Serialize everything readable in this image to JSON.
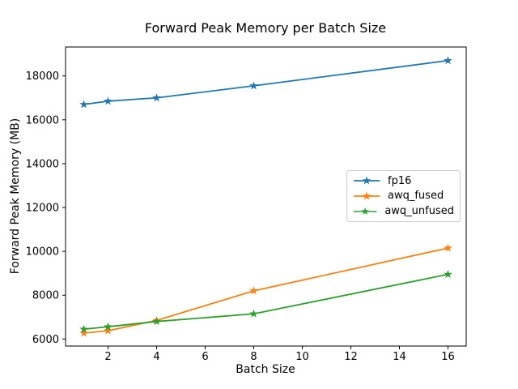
{
  "figure": {
    "background": "#ffffff",
    "text_color": "#000000",
    "spine_color": "#000000"
  },
  "chart_data": {
    "type": "line",
    "title": "Forward Peak Memory per Batch Size",
    "xlabel": "Batch Size",
    "ylabel": "Forward Peak Memory (MB)",
    "x": [
      1,
      2,
      4,
      8,
      16
    ],
    "series": [
      {
        "name": "fp16",
        "color": "#1f77b4",
        "values": [
          16700,
          16850,
          17000,
          17550,
          18700
        ]
      },
      {
        "name": "awq_fused",
        "color": "#ff7f0e",
        "values": [
          6270,
          6380,
          6850,
          8200,
          10150
        ]
      },
      {
        "name": "awq_unfused",
        "color": "#2ca02c",
        "values": [
          6450,
          6560,
          6800,
          7150,
          8950
        ]
      }
    ],
    "marker": "star",
    "xticks": [
      2,
      4,
      6,
      8,
      10,
      12,
      14,
      16
    ],
    "yticks": [
      6000,
      8000,
      10000,
      12000,
      14000,
      16000,
      18000
    ],
    "xlim": [
      0.25,
      16.75
    ],
    "ylim": [
      5680,
      19320
    ],
    "grid": false,
    "legend_position": "center right"
  }
}
